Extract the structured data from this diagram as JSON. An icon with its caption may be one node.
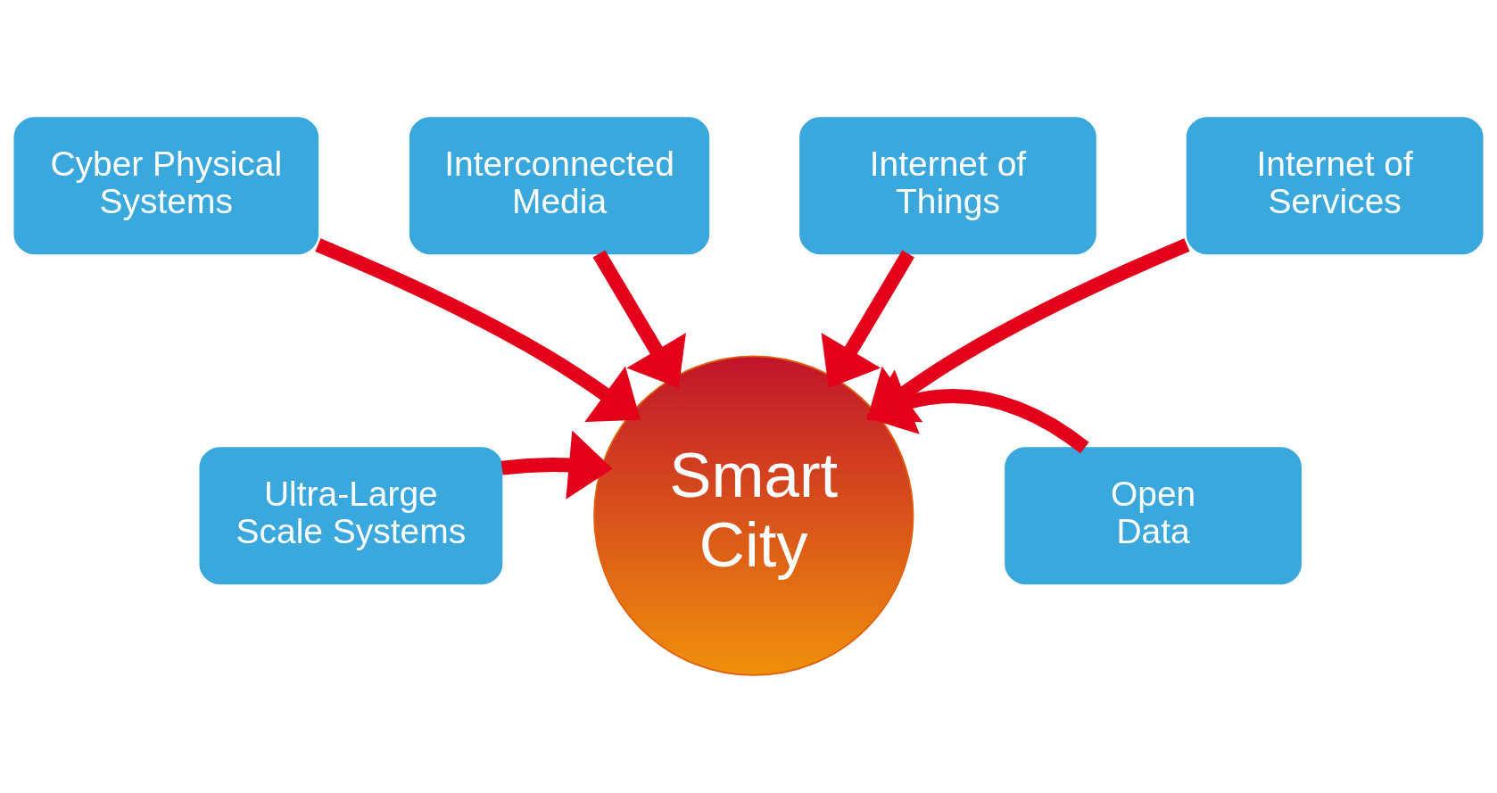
{
  "diagram": {
    "nodes": [
      {
        "text": [
          "Interconnected Media"
        ]
      },
      {
        "text": [
          "Internet of Things"
        ]
      },
      {
        "text": [
          "Cyber Physical Systems"
        ]
      },
      {
        "text": [
          "Internet of Services"
        ]
      },
      {
        "text": [
          "Ultra-Large Scale Systems"
        ]
      },
      {
        "text": [
          "Smart City"
        ]
      },
      {
        "text": [
          "Open Data"
        ]
      }
    ],
    "edges": [
      {
        "from": 0,
        "to": 5,
        "arrow": "to"
      },
      {
        "from": 1,
        "to": 5,
        "arrow": "to"
      },
      {
        "from": 2,
        "to": 5,
        "arrow": "to"
      },
      {
        "from": 3,
        "to": 5,
        "arrow": "to"
      },
      {
        "from": 4,
        "to": 5,
        "arrow": "to"
      },
      {
        "from": 6,
        "to": 5,
        "arrow": "to"
      }
    ]
  }
}
